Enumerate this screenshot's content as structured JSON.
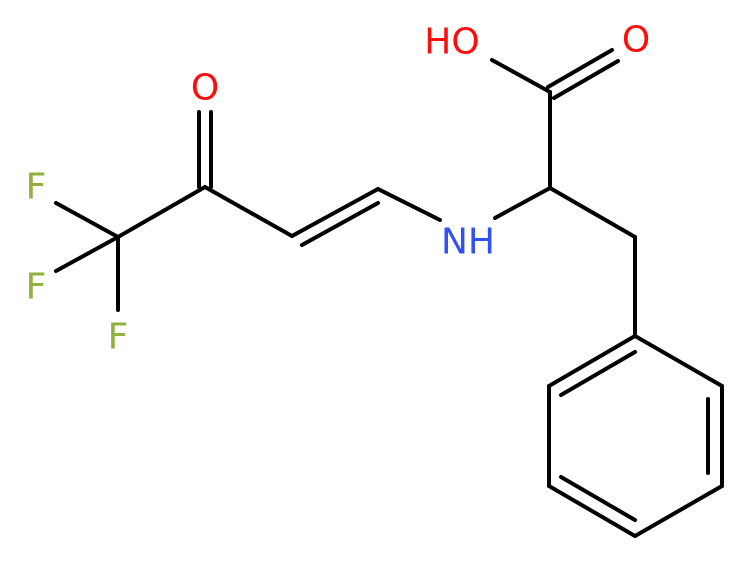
{
  "molecule": {
    "atoms": {
      "hydroxyl": {
        "label": "HO",
        "color": "#ff0d0d"
      },
      "carboxyl_oxygen": {
        "label": "O",
        "color": "#ff0d0d"
      },
      "ketone_oxygen": {
        "label": "O",
        "color": "#ff0d0d"
      },
      "amine": {
        "label": "NH",
        "color": "#3050f8"
      },
      "fluorine_1": {
        "label": "F",
        "color": "#90b040"
      },
      "fluorine_2": {
        "label": "F",
        "color": "#90b040"
      },
      "fluorine_3": {
        "label": "F",
        "color": "#90b040"
      }
    }
  }
}
